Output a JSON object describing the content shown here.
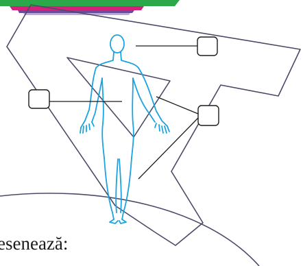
{
  "document": {
    "text_lines": [
      "esenează:",
      ""
    ]
  },
  "diagram": {
    "answer_boxes": [
      {
        "name": "head-label-box",
        "value": ""
      },
      {
        "name": "torso-label-box",
        "value": ""
      },
      {
        "name": "hand-label-box",
        "value": ""
      }
    ],
    "figure": {
      "name": "human-body-outline-icon",
      "stroke_color": "#1aa3e0"
    },
    "colors": {
      "outline": "#4a4a68",
      "stripe_green": "#2aa84a",
      "stripe_magenta": "#d4227a",
      "stripe_purple": "#6a4c9c",
      "connector": "#1a1a1a"
    }
  }
}
